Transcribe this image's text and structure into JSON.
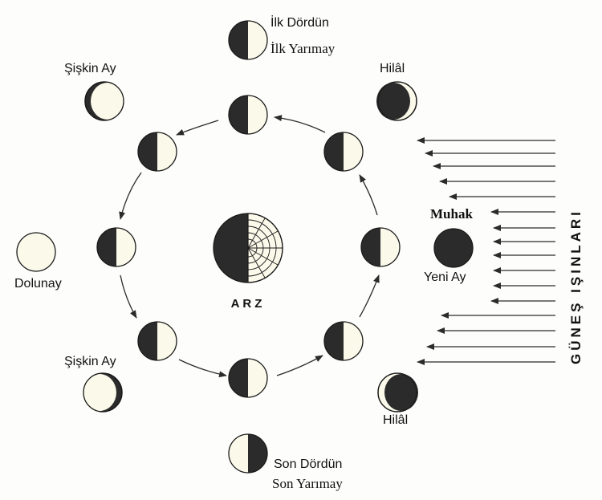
{
  "colors": {
    "dark": "#2b2b2b",
    "light": "#fbf9ea",
    "stroke": "#1a1a1a"
  },
  "labels": {
    "earth": "ARZ",
    "first_quarter_line1": "İlk Dördün",
    "first_quarter_line2": "İlk Yarımay",
    "waxing_crescent": "Hilâl",
    "waxing_gibbous": "Şişkin Ay",
    "full_moon": "Dolunay",
    "waning_gibbous": "Şişkin Ay",
    "waning_crescent": "Hilâl",
    "last_quarter_line1": "Son Dördün",
    "last_quarter_line2": "Son Yarımay",
    "conjunction": "Muhak",
    "new_moon": "Yeni Ay",
    "sun_rays": "GÜNEŞ IŞINLARI"
  }
}
